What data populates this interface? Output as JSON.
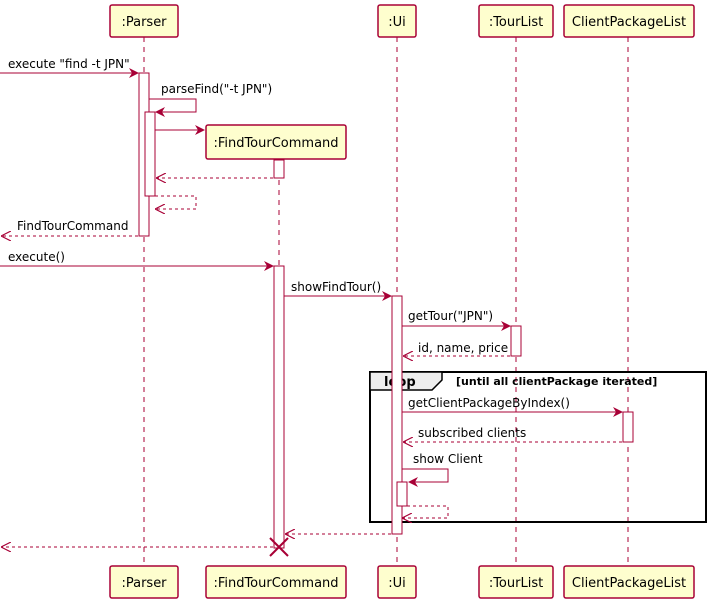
{
  "colors": {
    "participant_fill": "#FEFECE",
    "participant_border": "#A80036",
    "arrow": "#A80036",
    "lifeline": "#A80036",
    "text": "#000000",
    "fragment_border": "#000000"
  },
  "participants": [
    {
      "id": "parser",
      "label": ":Parser"
    },
    {
      "id": "findtourcommand",
      "label": ":FindTourCommand"
    },
    {
      "id": "ui",
      "label": ":Ui"
    },
    {
      "id": "tourlist",
      "label": ":TourList"
    },
    {
      "id": "clientpackagelist",
      "label": "ClientPackageList"
    }
  ],
  "messages": [
    {
      "id": "execute-find",
      "label": "execute \"find -t JPN\""
    },
    {
      "id": "parse-find",
      "label": "parseFind(\"-t JPN\")"
    },
    {
      "id": "return-findtourcommand",
      "label": "FindTourCommand"
    },
    {
      "id": "execute",
      "label": "execute()"
    },
    {
      "id": "show-find-tour",
      "label": "showFindTour()"
    },
    {
      "id": "get-tour",
      "label": "getTour(\"JPN\")"
    },
    {
      "id": "return-tour-info",
      "label": "id, name, price"
    },
    {
      "id": "get-client-package",
      "label": "getClientPackageByIndex()"
    },
    {
      "id": "return-subscribed",
      "label": "subscribed clients"
    },
    {
      "id": "show-client",
      "label": "show Client"
    }
  ],
  "loop": {
    "keyword": "loop",
    "guard": "[until all clientPackage iterated]"
  }
}
